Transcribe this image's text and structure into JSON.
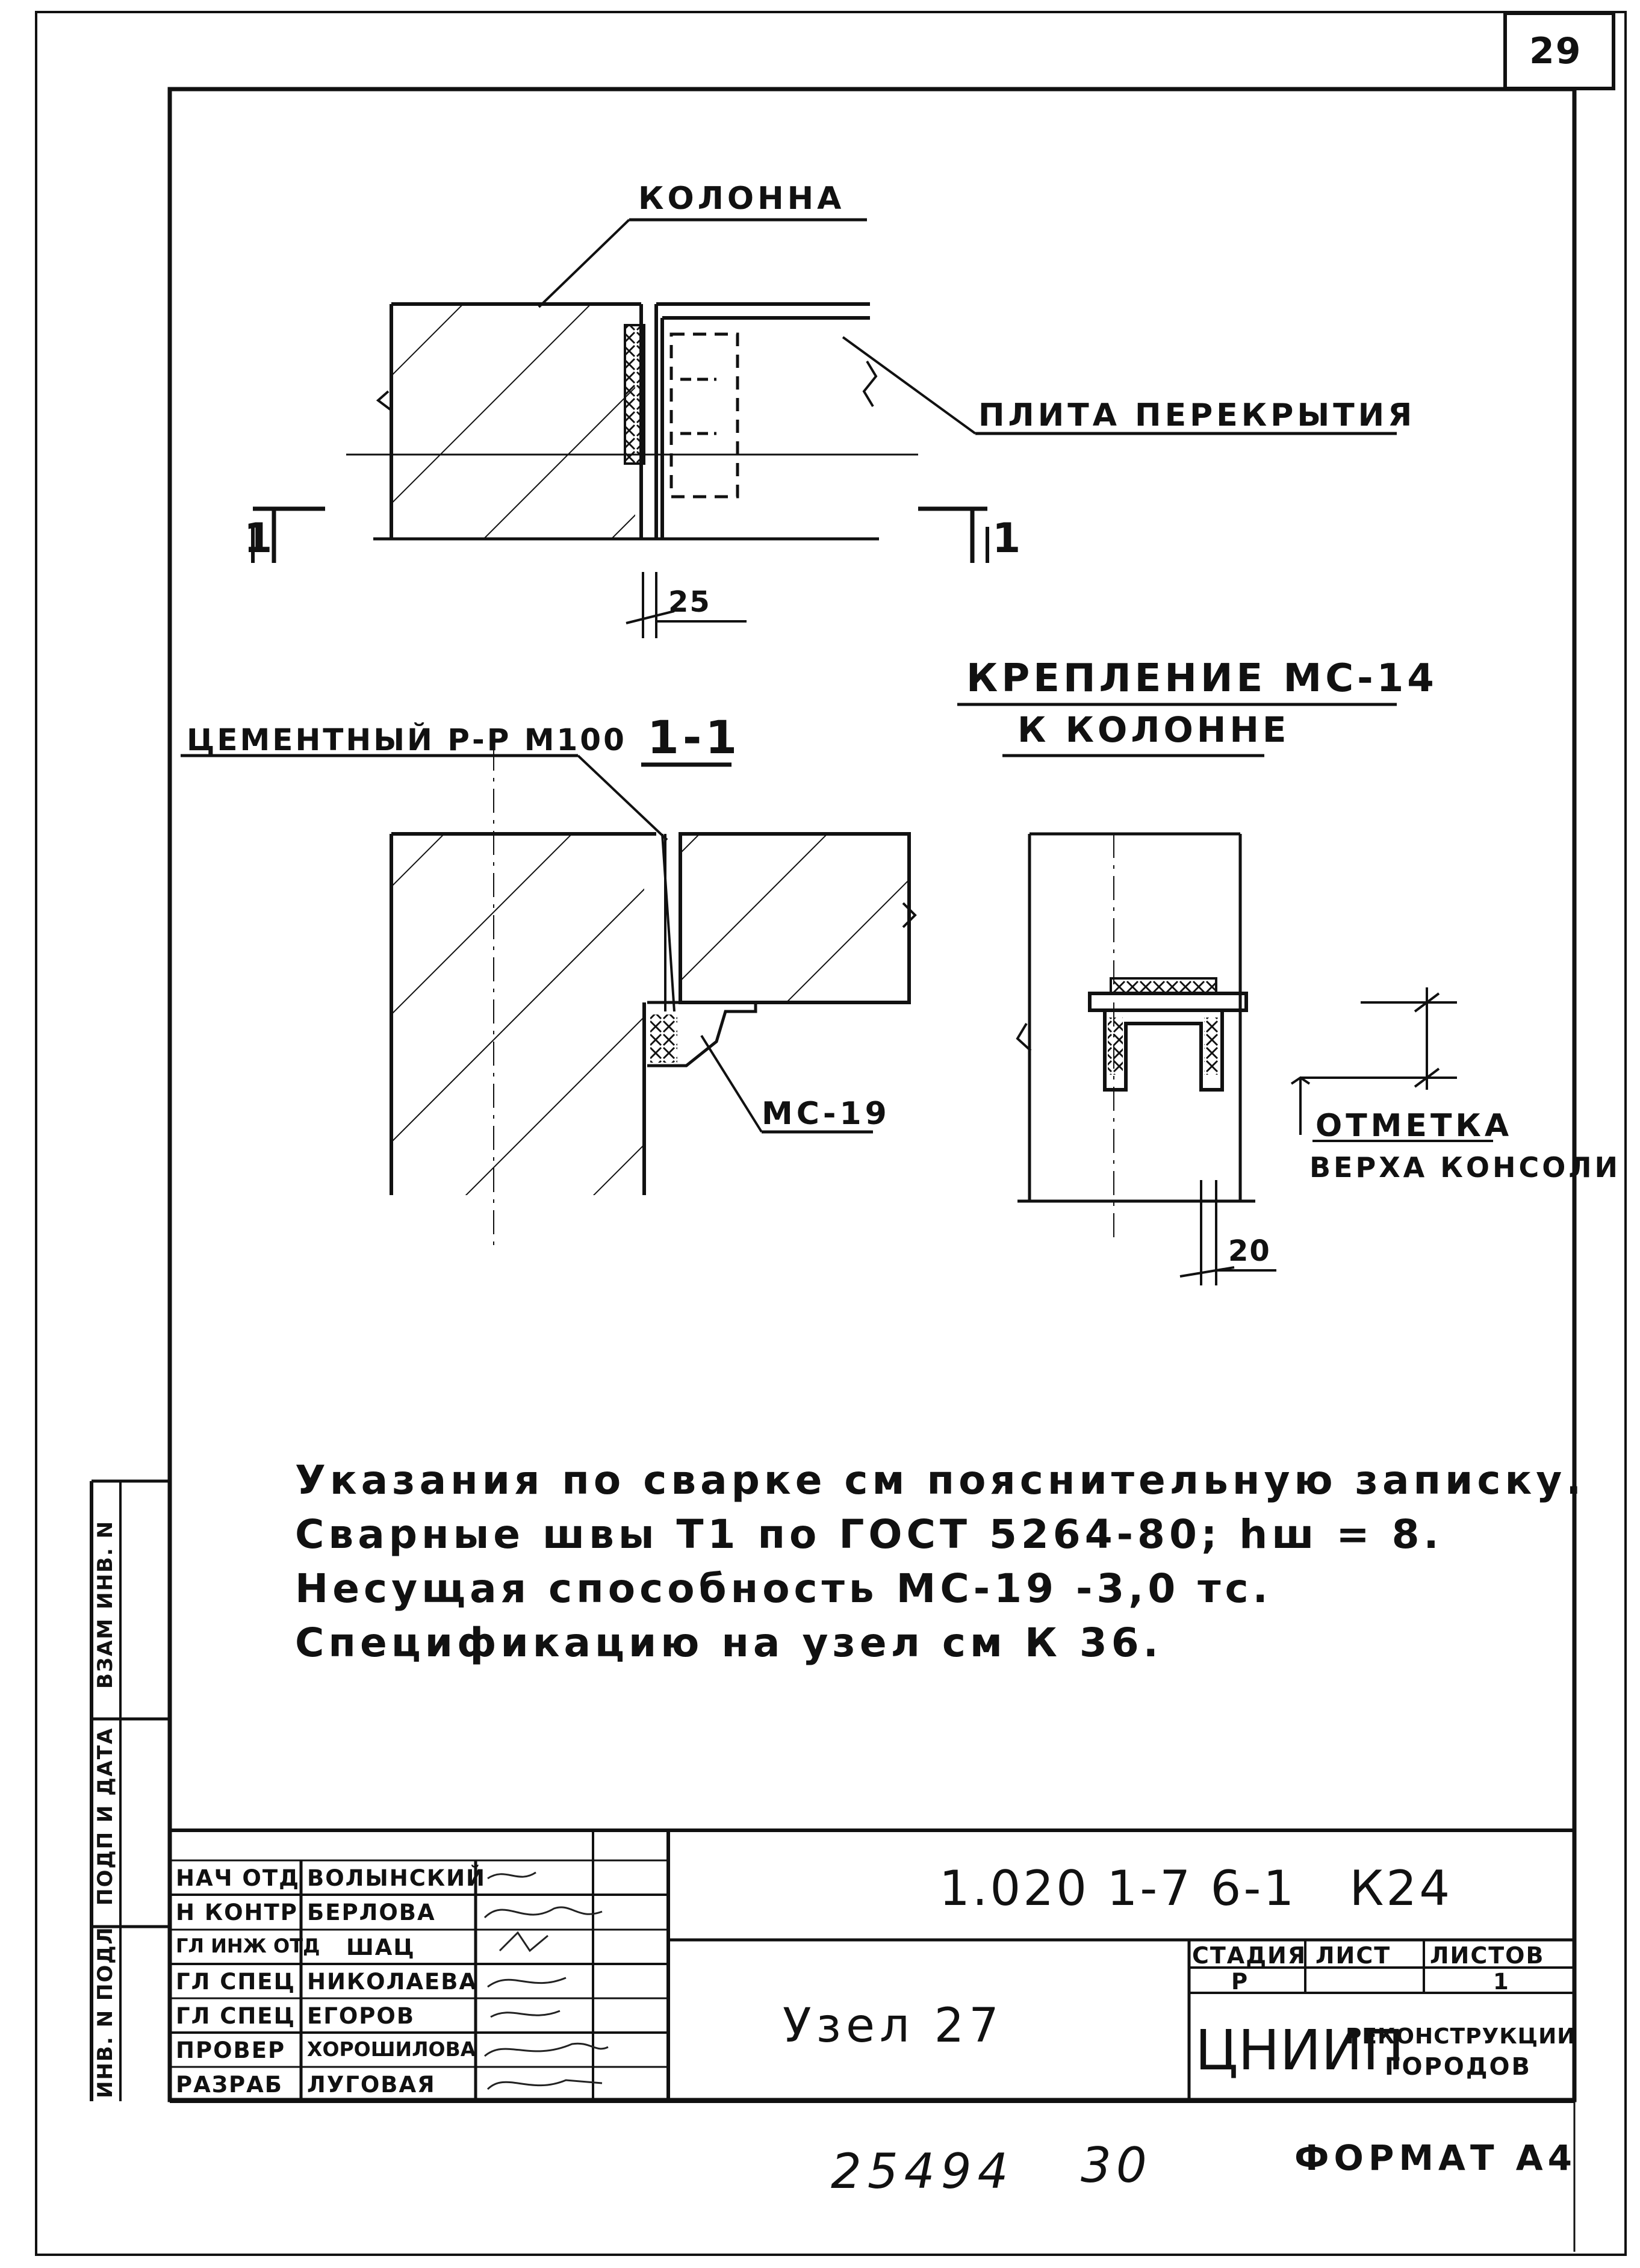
{
  "sheet_number": "29",
  "drawing": {
    "label_column": "КОЛОННА",
    "label_slab": "ПЛИТА ПЕРЕКРЫТИЯ",
    "section_mark": "1",
    "dim_25": "25",
    "section_title": "1-1",
    "label_mortar": "ЦЕМЕНТНЫЙ Р-Р М100",
    "label_mc19": "МС-19",
    "fastening_title_1": "КРЕПЛЕНИЕ МС-14",
    "fastening_title_2": "К КОЛОННЕ",
    "label_mark_1": "ОТМЕТКА",
    "label_mark_2": "ВЕРХА КОНСОЛИ",
    "dim_20": "20"
  },
  "notes": [
    "Указания по сварке см пояснительную записку.",
    "Сварные швы Т1 по ГОСТ 5264-80; hш = 8.",
    "Несущая способность МС-19 -3,0 тс.",
    "Спецификацию на узел см К 36."
  ],
  "side_strip": {
    "inv_podl": "ИНВ. N ПОДЛ",
    "podp_data": "ПОДП И ДАТА",
    "vzam_inv": "ВЗАМ ИНВ. N"
  },
  "title_block": {
    "rows": [
      {
        "role": "НАЧ ОТД",
        "name": "ВОЛЫНСКИЙ"
      },
      {
        "role": "Н КОНТР",
        "name": "БЕРЛОВА"
      },
      {
        "role": "ГЛ ИНЖ ОТД",
        "name": "ШАЦ"
      },
      {
        "role": "ГЛ СПЕЦ",
        "name": "НИКОЛАЕВА"
      },
      {
        "role": "ГЛ СПЕЦ",
        "name": "ЕГОРОВ"
      },
      {
        "role": "ПРОВЕР",
        "name": "ХОРОШИЛОВА"
      },
      {
        "role": "РАЗРАБ",
        "name": "ЛУГОВАЯ"
      }
    ],
    "code": "1.020 1-7 6-1   К24",
    "title": "Узел 27",
    "stage_header": "СТАДИЯ",
    "sheet_header": "ЛИСТ",
    "sheets_header": "ЛИСТОВ",
    "stage": "Р",
    "sheet": "",
    "sheets": "1",
    "org_logo": "ЦНИИП",
    "org_line_1": "РЕКОНСТРУКЦИИ",
    "org_line_2": "ГОРОДОВ"
  },
  "footer": {
    "inventory": "25494",
    "number": "30",
    "format": "ФОРМАТ А4"
  }
}
